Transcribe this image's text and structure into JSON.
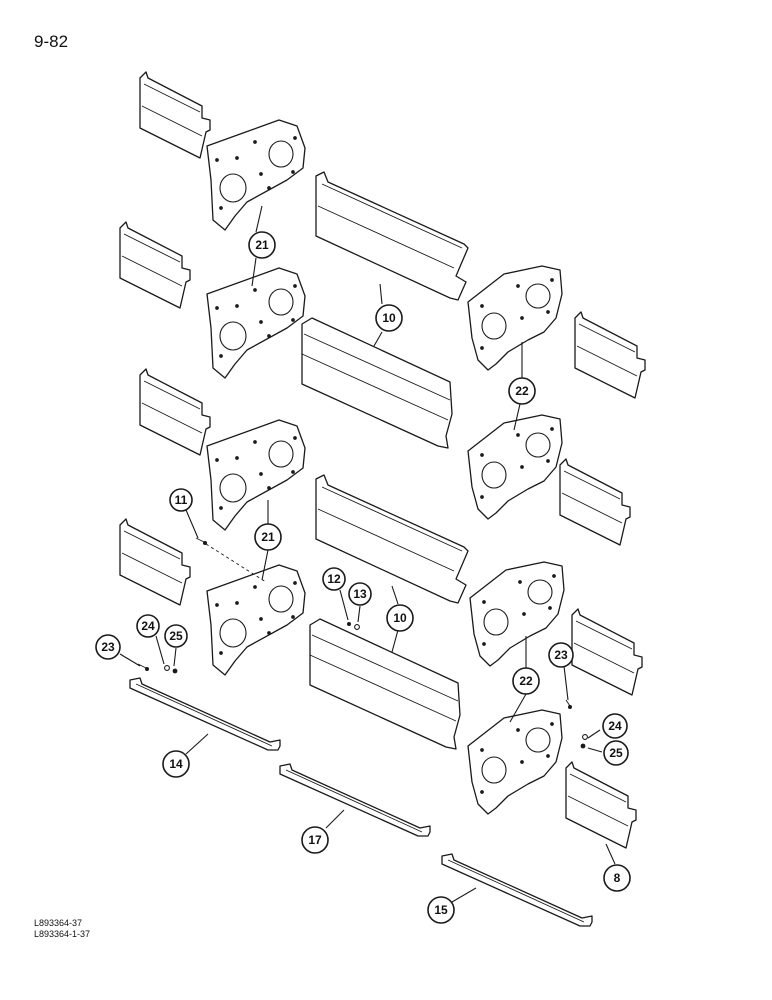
{
  "page": {
    "number": "9-82"
  },
  "figure_refs": [
    "L893364-37",
    "L893364-1-37"
  ],
  "callouts": [
    {
      "id": "c21a",
      "label": "21"
    },
    {
      "id": "c10a",
      "label": "10"
    },
    {
      "id": "c22a",
      "label": "22"
    },
    {
      "id": "c11",
      "label": "11"
    },
    {
      "id": "c21b",
      "label": "21"
    },
    {
      "id": "c12",
      "label": "12"
    },
    {
      "id": "c13",
      "label": "13"
    },
    {
      "id": "c10b",
      "label": "10"
    },
    {
      "id": "c24a",
      "label": "24"
    },
    {
      "id": "c25a",
      "label": "25"
    },
    {
      "id": "c23a",
      "label": "23"
    },
    {
      "id": "c22b",
      "label": "22"
    },
    {
      "id": "c23b",
      "label": "23"
    },
    {
      "id": "c24b",
      "label": "24"
    },
    {
      "id": "c25b",
      "label": "25"
    },
    {
      "id": "c14",
      "label": "14"
    },
    {
      "id": "c17",
      "label": "17"
    },
    {
      "id": "c8",
      "label": "8"
    },
    {
      "id": "c15",
      "label": "15"
    }
  ]
}
